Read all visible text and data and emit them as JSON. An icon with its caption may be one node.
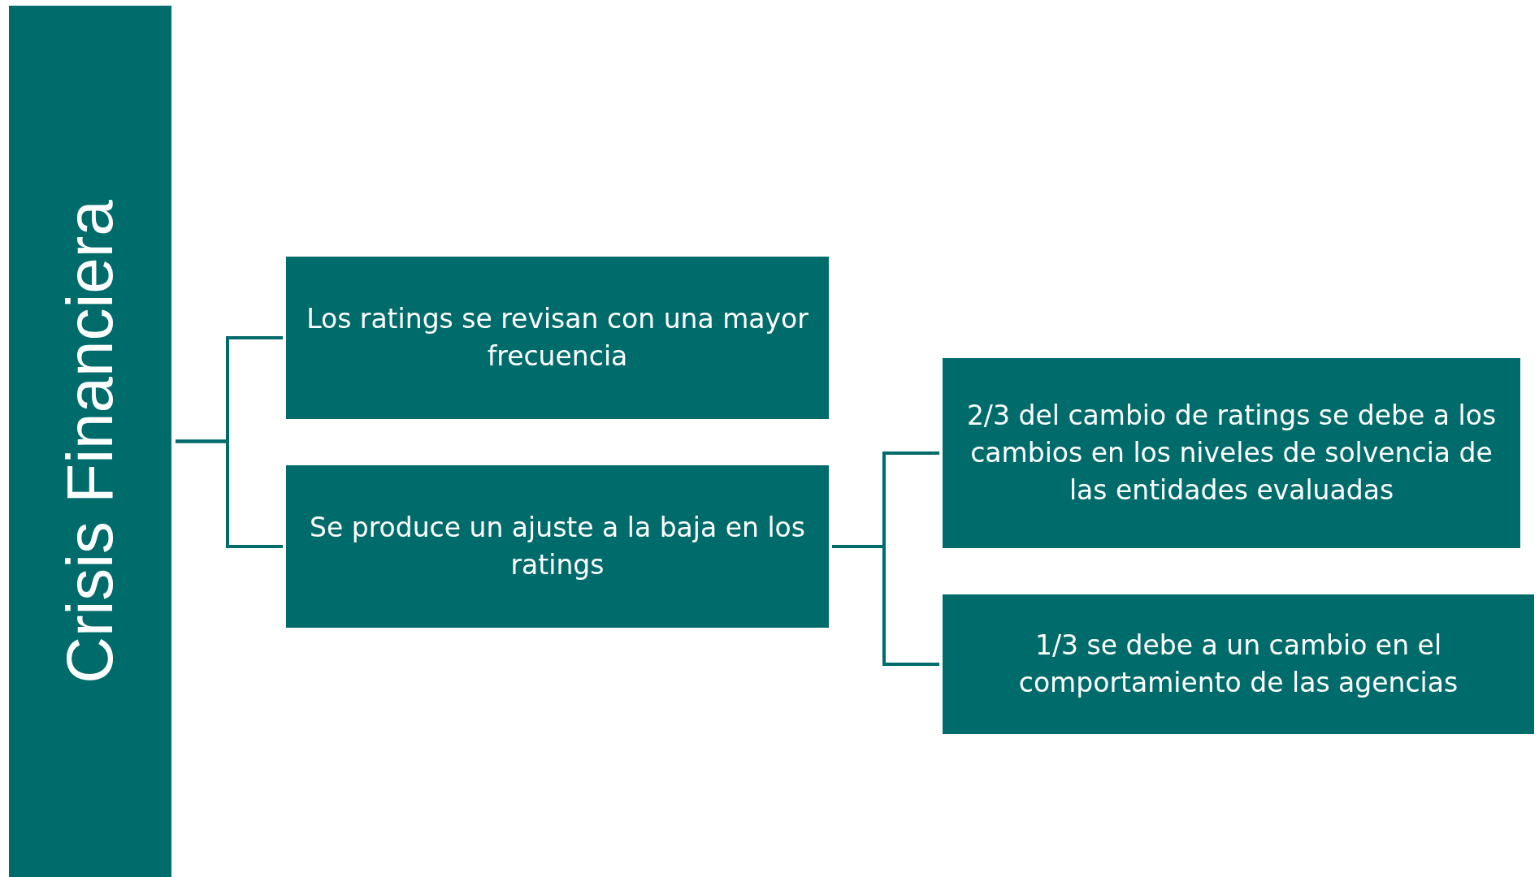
{
  "diagram": {
    "nodes": [
      {
        "text": [
          "Crisis Financiera"
        ]
      },
      {
        "text": [
          "Los ratings se revisan con una mayor frecuencia"
        ]
      },
      {
        "text": [
          "Se produce un ajuste a la baja en los ratings"
        ]
      },
      {
        "text": [
          "2/3 del cambio de ratings se debe a los cambios en los niveles de solvencia de las entidades evaluadas"
        ]
      },
      {
        "text": [
          "1/3 se debe a un cambio en el comportamiento de las agencias"
        ]
      }
    ],
    "edges": [
      {
        "from": 0,
        "to": 1,
        "arrow": "none"
      },
      {
        "from": 0,
        "to": 2,
        "arrow": "none"
      },
      {
        "from": 2,
        "to": 3,
        "arrow": "none"
      },
      {
        "from": 2,
        "to": 4,
        "arrow": "none"
      }
    ]
  }
}
